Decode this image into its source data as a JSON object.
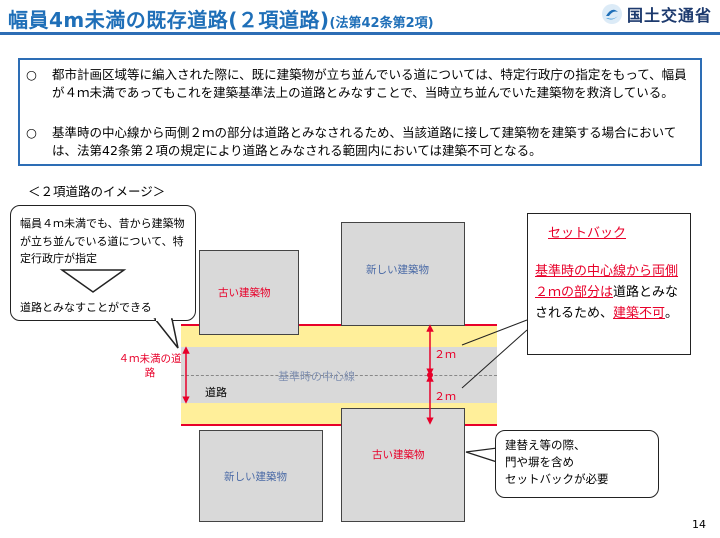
{
  "header": {
    "title": "幅員4m未満の既存道路(２項道路)",
    "subtitle": "(法第42条第2項)",
    "logo_text": "国土交通省",
    "logo_icon": "mlit-swirl-icon",
    "accent_color": "#1f6fb8"
  },
  "summary": {
    "bullets": [
      {
        "mark": "○",
        "text": "都市計画区域等に編入された際に、既に建築物が立ち並んでいる道については、特定行政庁の指定をもって、幅員が４ｍ未満であってもこれを建築基準法上の道路とみなすことで、当時立ち並んでいた建築物を救済している。"
      },
      {
        "mark": "○",
        "text": "基準時の中心線から両側２ｍの部分は道路とみなされるため、当該道路に接して建築物を建築する場合においては、法第42条第２項の規定により道路とみなされる範囲内においては建築不可となる。"
      }
    ]
  },
  "diagram": {
    "caption": "＜２項道路のイメージ＞",
    "callout_left": {
      "line1": "幅員４ｍ未満でも、昔から建築物が立ち並んでいる道について、特定行政庁が指定",
      "line2": "道路とみなすことができる"
    },
    "buildings": {
      "old_top": "古い建築物",
      "new_top": "新しい建築物",
      "new_bottom": "新しい建築物",
      "old_bottom": "古い建築物"
    },
    "road": {
      "width_label": "４ｍ未満の道路",
      "road_label": "道路",
      "center_line_label": "基準時の中心線",
      "dim_top": "２ｍ",
      "dim_bottom": "２ｍ"
    },
    "setback": {
      "title": "セットバック",
      "body_red": "基準時の中心線から両側２ｍの部分は",
      "body_plain": "道路とみなされるため、",
      "body_red2": "建築不可",
      "body_end": "。"
    },
    "callout_right": {
      "line1": "建替え等の際、",
      "line2": "門や塀を含め",
      "line3": "セットバックが必要"
    }
  },
  "footer": {
    "page_number": "14"
  }
}
